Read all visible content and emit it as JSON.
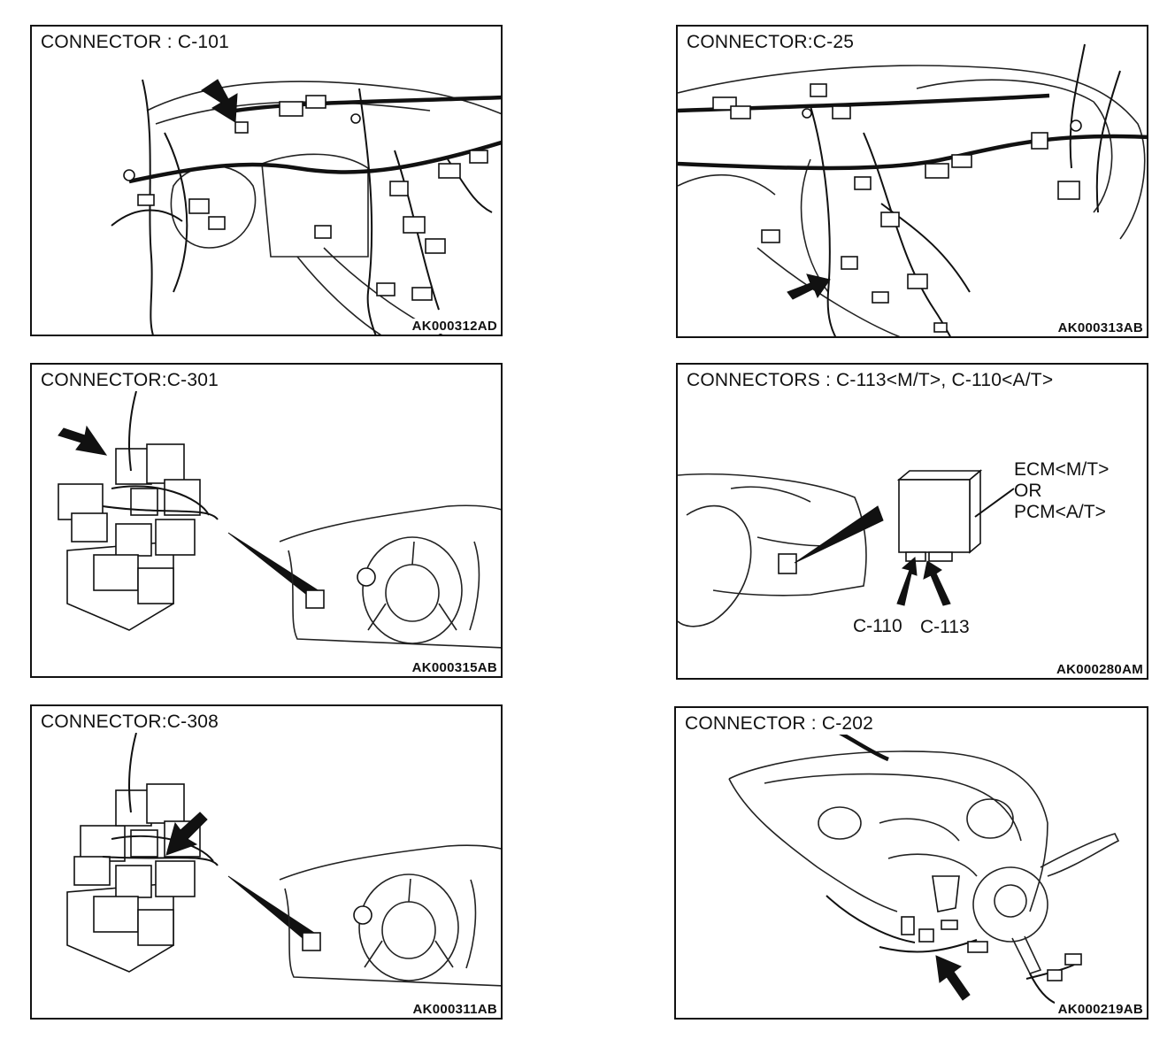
{
  "panels": [
    {
      "title": "CONNECTOR : C-101",
      "ref": "AK000312AD"
    },
    {
      "title": "CONNECTOR:C-25",
      "ref": "AK000313AB"
    },
    {
      "title": "CONNECTOR:C-301",
      "ref": "AK000315AB"
    },
    {
      "title": "CONNECTORS : C-113<M/T>, C-110<A/T>",
      "ref": "AK000280AM",
      "labels": {
        "module_line1": "ECM<M/T>",
        "module_line2": "OR",
        "module_line3": "PCM<A/T>",
        "c110": "C-110",
        "c113": "C-113"
      }
    },
    {
      "title": "CONNECTOR:C-308",
      "ref": "AK000311AB"
    },
    {
      "title": "CONNECTOR : C-202",
      "ref": "AK000219AB"
    }
  ],
  "icons": [
    "pointer-arrow-icon",
    "connector-icon",
    "wiring-harness-icon",
    "steering-wheel-icon",
    "junction-block-icon",
    "ecu-module-icon"
  ]
}
